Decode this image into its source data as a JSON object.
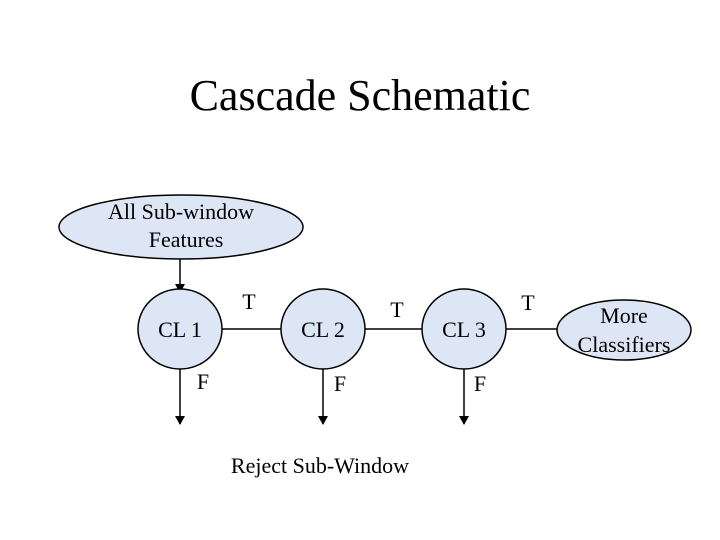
{
  "title": "Cascade Schematic",
  "colors": {
    "node_fill": "#dde6f5",
    "stroke": "#000000",
    "background": "#ffffff"
  },
  "input_node": {
    "line1": "All Sub-window",
    "line2": "Features"
  },
  "classifiers": [
    {
      "label": "CL 1",
      "true_label": "T",
      "false_label": "F"
    },
    {
      "label": "CL 2",
      "true_label": "T",
      "false_label": "F"
    },
    {
      "label": "CL 3",
      "true_label": "T",
      "false_label": "F"
    }
  ],
  "more_node": {
    "line1": "More",
    "line2": "Classifiers"
  },
  "reject_label": "Reject Sub-Window"
}
